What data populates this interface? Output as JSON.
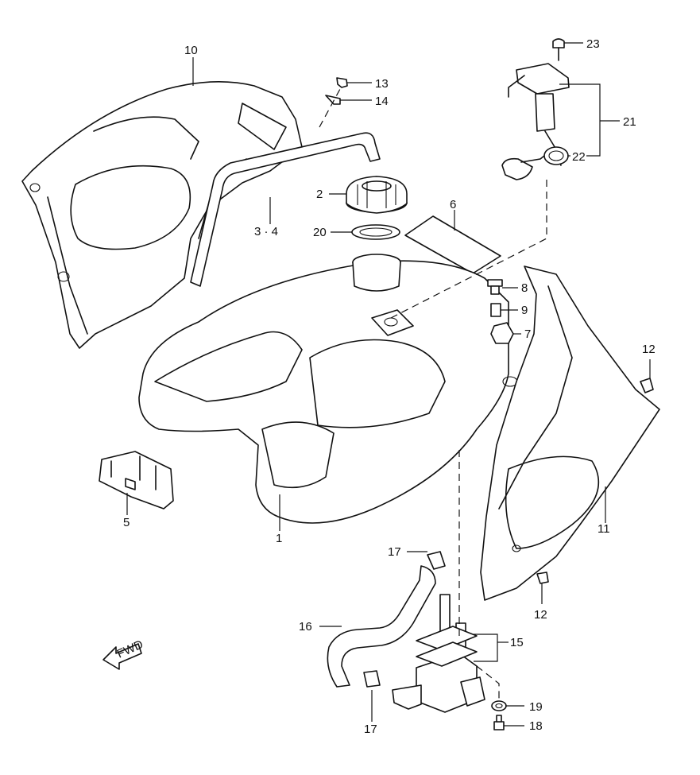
{
  "diagram": {
    "callouts": [
      {
        "id": "c1",
        "text": "1"
      },
      {
        "id": "c2",
        "text": "2"
      },
      {
        "id": "c34",
        "text": "3 · 4"
      },
      {
        "id": "c5",
        "text": "5"
      },
      {
        "id": "c6",
        "text": "6"
      },
      {
        "id": "c7",
        "text": "7"
      },
      {
        "id": "c8",
        "text": "8"
      },
      {
        "id": "c9",
        "text": "9"
      },
      {
        "id": "c10",
        "text": "10"
      },
      {
        "id": "c11",
        "text": "11"
      },
      {
        "id": "c12a",
        "text": "12"
      },
      {
        "id": "c12b",
        "text": "12"
      },
      {
        "id": "c13",
        "text": "13"
      },
      {
        "id": "c14",
        "text": "14"
      },
      {
        "id": "c15",
        "text": "15"
      },
      {
        "id": "c16",
        "text": "16"
      },
      {
        "id": "c17a",
        "text": "17"
      },
      {
        "id": "c17b",
        "text": "17"
      },
      {
        "id": "c18",
        "text": "18"
      },
      {
        "id": "c19",
        "text": "19"
      },
      {
        "id": "c20",
        "text": "20"
      },
      {
        "id": "c21",
        "text": "21"
      },
      {
        "id": "c22",
        "text": "22"
      },
      {
        "id": "c23",
        "text": "23"
      }
    ],
    "direction_arrow": {
      "text": "FWD",
      "icon": "forward-arrow-icon"
    },
    "colors": {
      "line": "#111111",
      "background": "#ffffff"
    }
  }
}
